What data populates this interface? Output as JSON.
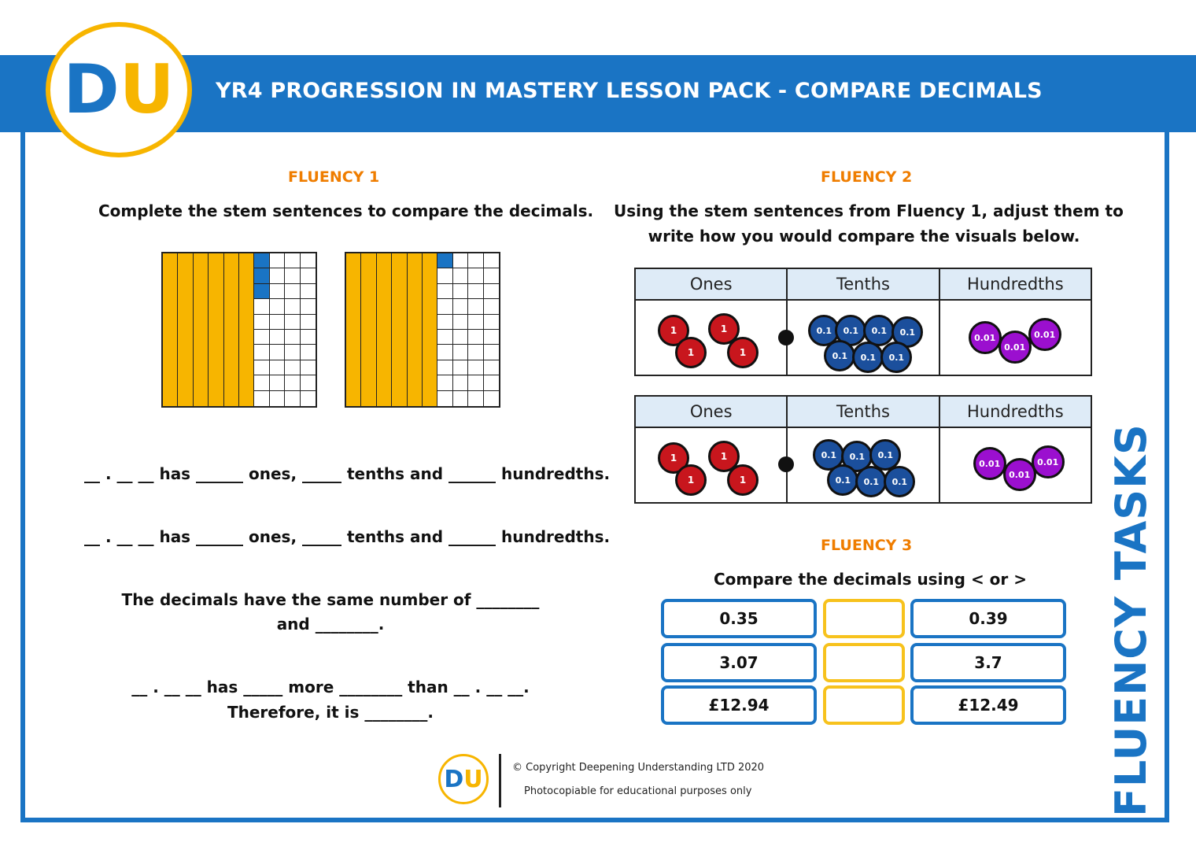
{
  "header": {
    "title": "YR4 PROGRESSION IN MASTERY LESSON PACK - COMPARE DECIMALS"
  },
  "logo": {
    "d": "D",
    "u": "U"
  },
  "side_title": "FLUENCY TASKS",
  "fluency1": {
    "title": "FLUENCY 1",
    "instruction": "Complete the stem sentences to compare the decimals.",
    "grids": [
      {
        "full_columns": 6,
        "extra_hundredths": 3
      },
      {
        "full_columns": 6,
        "extra_hundredths": 1
      }
    ],
    "stem1": "__ . __ __ has ______ ones, _____ tenths and ______ hundredths.",
    "stem2": "__ . __ __ has ______ ones, _____ tenths and ______ hundredths.",
    "compare_line1": "The decimals have the same number of ________",
    "compare_line2": "and ________.",
    "more_line1": "__ . __ __ has _____ more ________ than __ . __ __.",
    "more_line2": "Therefore, it is ________."
  },
  "fluency2": {
    "title": "FLUENCY 2",
    "instruction_line1": "Using the stem sentences from Fluency 1, adjust them to",
    "instruction_line2": "write how you would compare the visuals below.",
    "headers": [
      "Ones",
      "Tenths",
      "Hundredths"
    ],
    "tables": [
      {
        "ones": [
          "1",
          "1",
          "1",
          "1"
        ],
        "tenths": [
          "0.1",
          "0.1",
          "0.1",
          "0.1",
          "0.1",
          "0.1",
          "0.1"
        ],
        "hundredths": [
          "0.01",
          "0.01",
          "0.01"
        ]
      },
      {
        "ones": [
          "1",
          "1",
          "1",
          "1"
        ],
        "tenths": [
          "0.1",
          "0.1",
          "0.1",
          "0.1",
          "0.1",
          "0.1"
        ],
        "hundredths": [
          "0.01",
          "0.01",
          "0.01"
        ]
      }
    ]
  },
  "fluency3": {
    "title": "FLUENCY 3",
    "instruction": "Compare the decimals using <  or  >",
    "rows": [
      {
        "left": "0.35",
        "right": "0.39"
      },
      {
        "left": "3.07",
        "right": "3.7"
      },
      {
        "left": "£12.94",
        "right": "£12.49"
      }
    ]
  },
  "footer": {
    "copyright": "© Copyright Deepening Understanding LTD 2020",
    "note": "Photocopiable for educational purposes only"
  },
  "colors": {
    "brand_blue": "#1a74c4",
    "brand_yellow": "#f7b500",
    "section_orange": "#ef7d00"
  }
}
